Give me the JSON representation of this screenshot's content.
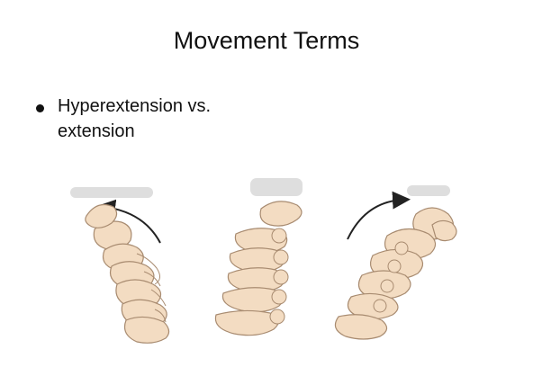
{
  "slide": {
    "title": "Movement Terms",
    "bullet": {
      "line1": "Hyperextension vs.",
      "line2": "extension"
    },
    "figure": {
      "panels": [
        "extension-spine",
        "neutral-spine",
        "hyperextension-spine"
      ],
      "bone_color": "#f3dcc2",
      "outline_color": "#a88b70",
      "arrow_color": "#222222"
    }
  }
}
